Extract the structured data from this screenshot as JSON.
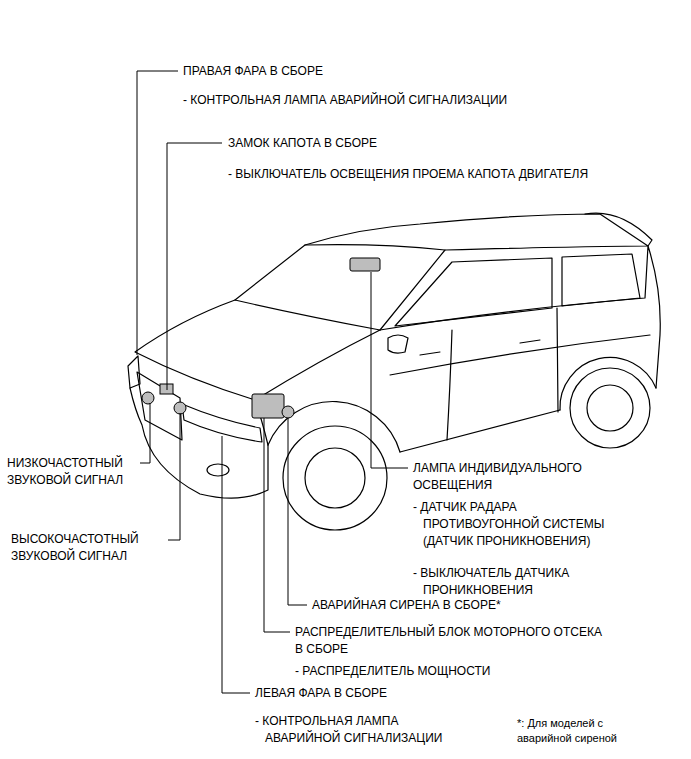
{
  "diagram": {
    "labels": [
      "ПРАВАЯ ФАРА В СБОРЕ",
      "- КОНТРОЛЬНАЯ ЛАМПА АВАРИЙНОЙ СИГНАЛИЗАЦИИ",
      "ЗАМОК КАПОТА В СБОРЕ",
      "- ВЫКЛЮЧАТЕЛЬ ОСВЕЩЕНИЯ ПРОЕМА КАПОТА ДВИГАТЕЛЯ",
      "НИЗКОЧАСТОТНЫЙ ЗВУКОВОЙ СИГНАЛ",
      "ЛАМПА ИНДИВИДУАЛЬНОГО ОСВЕЩЕНИЯ",
      "- ДАТЧИК РАДАРА ПРОТИВОУГОННОЙ СИСТЕМЫ (ДАТЧИК ПРОНИКНОВЕНИЯ)",
      "ВЫСОКОЧАСТОТНЫЙ ЗВУКОВОЙ СИГНАЛ",
      "- ВЫКЛЮЧАТЕЛЬ ДАТЧИКА ПРОНИКНОВЕНИЯ",
      "АВАРИЙНАЯ СИРЕНА В СБОРЕ*",
      "РАСПРЕДЕЛИТЕЛЬНЫЙ БЛОК МОТОРНОГО ОТСЕКА В СБОРЕ",
      "- РАСПРЕДЕЛИТЕЛЬ МОЩНОСТИ",
      "ЛЕВАЯ ФАРА В СБОРЕ",
      "- КОНТРОЛЬНАЯ ЛАМПА АВАРИЙНОЙ СИГНАЛИЗАЦИИ",
      "*: Для моделей с аварийной сиреной"
    ]
  }
}
